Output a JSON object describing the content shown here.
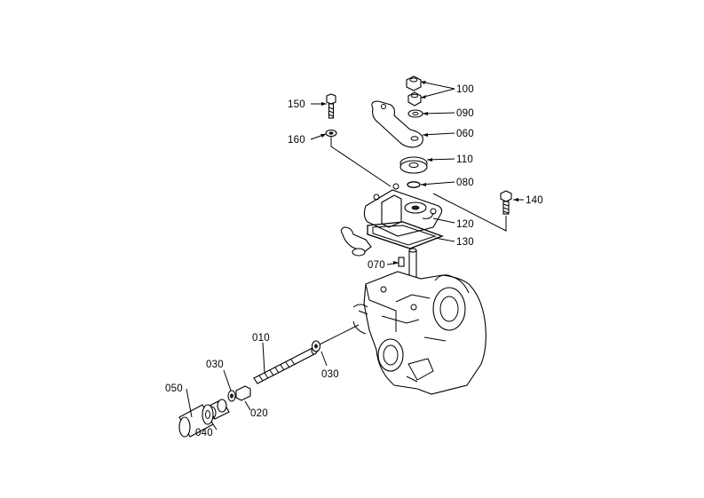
{
  "diagram": {
    "labels": {
      "p100": "100",
      "p090": "090",
      "p060": "060",
      "p110": "110",
      "p080": "080",
      "p150": "150",
      "p160": "160",
      "p140": "140",
      "p120": "120",
      "p130": "130",
      "p070": "070",
      "p010": "010",
      "p030a": "030",
      "p030b": "030",
      "p050": "050",
      "p020": "020",
      "p040": "040"
    }
  }
}
